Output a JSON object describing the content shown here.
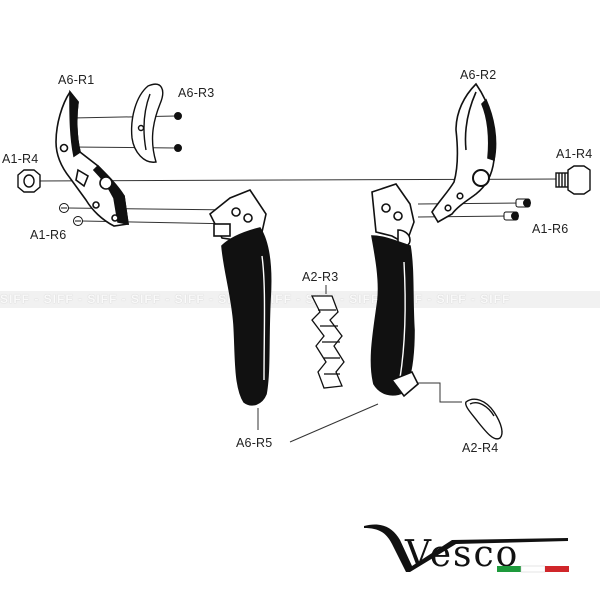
{
  "labels": {
    "a6_r1": "A6-R1",
    "a6_r3": "A6-R3",
    "a6_r2": "A6-R2",
    "a1_r4_left": "A1-R4",
    "a1_r4_right": "A1-R4",
    "a1_r6_left": "A1-R6",
    "a1_r6_right": "A1-R6",
    "a2_r3": "A2-R3",
    "a6_r5": "A6-R5",
    "a2_r4": "A2-R4"
  },
  "watermark": {
    "text": "SIFF - SIFF - SIFF - SIFF - SIFF - SIFF - SIFF - SIFF - SIFF - SIFF - SIFF - SIFF"
  },
  "brand": {
    "logo_text": "Vesco",
    "flag_colors": [
      "#1e9a3c",
      "#ffffff",
      "#d0262a"
    ],
    "ink": "#111111"
  }
}
